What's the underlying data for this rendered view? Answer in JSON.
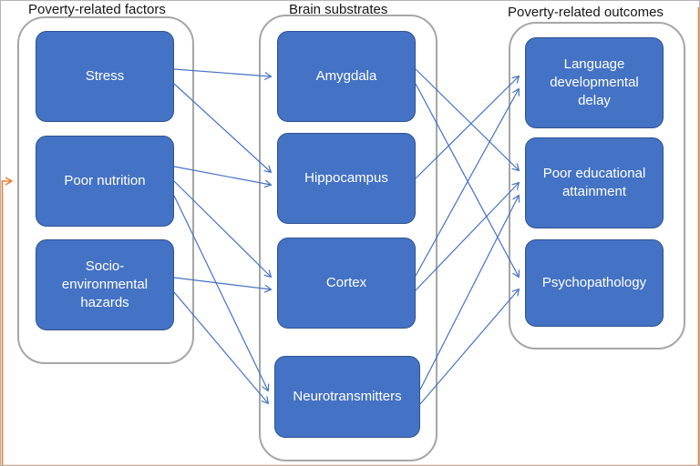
{
  "titles": {
    "factors": "Poverty-related factors",
    "substrates": "Brain substrates",
    "outcomes": "Poverty-related outcomes"
  },
  "boxes": {
    "stress": "Stress",
    "poor-nutrition": "Poor nutrition",
    "socio": "Socio-environmental hazards",
    "amygdala": "Amygdala",
    "hippocampus": "Hippocampus",
    "cortex": "Cortex",
    "neurotransmitters": "Neurotransmitters",
    "language-delay": "Language developmental delay",
    "poor-educational": "Poor educational attainment",
    "psychopathology": "Psychopathology"
  },
  "edges": [
    {
      "from": "stress",
      "to": "amygdala"
    },
    {
      "from": "stress",
      "to": "hippocampus"
    },
    {
      "from": "poor-nutrition",
      "to": "hippocampus"
    },
    {
      "from": "poor-nutrition",
      "to": "cortex"
    },
    {
      "from": "poor-nutrition",
      "to": "neurotransmitters"
    },
    {
      "from": "socio",
      "to": "cortex"
    },
    {
      "from": "socio",
      "to": "neurotransmitters"
    },
    {
      "from": "amygdala",
      "to": "poor-educational"
    },
    {
      "from": "amygdala",
      "to": "psychopathology"
    },
    {
      "from": "hippocampus",
      "to": "language-delay"
    },
    {
      "from": "cortex",
      "to": "language-delay"
    },
    {
      "from": "cortex",
      "to": "poor-educational"
    },
    {
      "from": "neurotransmitters",
      "to": "poor-educational"
    },
    {
      "from": "neurotransmitters",
      "to": "psychopathology"
    }
  ],
  "colors": {
    "box_fill": "#4472C4",
    "box_border": "#2F528F",
    "connector": "#4472C4",
    "feedback": "#ED7D31",
    "container_border": "#A6A6A6"
  }
}
